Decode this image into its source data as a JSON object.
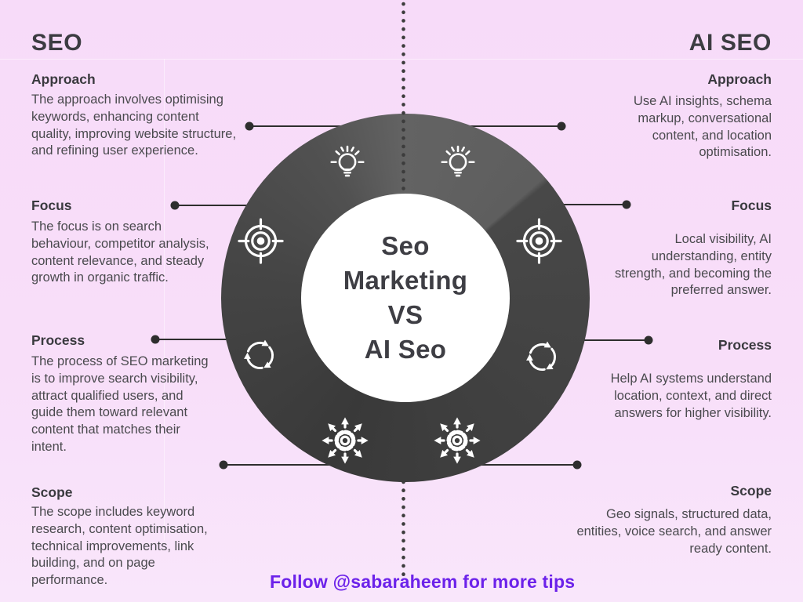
{
  "left_panel": {
    "title": "SEO",
    "sections": [
      {
        "heading": "Approach",
        "body": "The approach involves optimising keywords, enhancing content quality, improving website structure, and refining user experience."
      },
      {
        "heading": "Focus",
        "body": "The focus is on search behaviour, competitor analysis, content relevance, and steady growth in organic traffic."
      },
      {
        "heading": "Process",
        "body": "The process of SEO marketing is to improve search visibility, attract qualified users, and guide them toward relevant content that matches their intent."
      },
      {
        "heading": "Scope",
        "body": "The scope includes keyword research, content optimisation, technical improvements, link building, and on page performance."
      }
    ]
  },
  "right_panel": {
    "title": "AI SEO",
    "sections": [
      {
        "heading": "Approach",
        "body": "Use AI insights, schema markup, conversational content, and location optimisation."
      },
      {
        "heading": "Focus",
        "body": "Local visibility, AI understanding, entity strength, and becoming the preferred answer."
      },
      {
        "heading": "Process",
        "body": "Help AI systems understand location, context, and direct answers for higher visibility."
      },
      {
        "heading": "Scope",
        "body": "Geo signals, structured data, entities, voice search, and answer ready content."
      }
    ]
  },
  "center": {
    "title": "Seo\nMarketing\nVS\nAI Seo"
  },
  "footer": {
    "text": "Follow @sabaraheem for more tips"
  },
  "icons": {
    "top_left": "lightbulb-icon",
    "top_right": "lightbulb-icon",
    "mid_left": "target-icon",
    "mid_right": "target-icon",
    "lower_left": "refresh-cycle-icon",
    "lower_right": "refresh-cycle-icon",
    "bottom_left": "gear-expand-icon",
    "bottom_right": "gear-expand-icon"
  },
  "colors": {
    "background_pink": "#f7dbf9",
    "ring_dark": "#474747",
    "ring_light": "#636363",
    "inner_circle": "#ffffff",
    "text_dark": "#3e3e44",
    "body_text": "#4a4a4e",
    "connector": "#2e2e2e",
    "footer_purple": "#6c22ea",
    "icon_stroke": "#ffffff"
  }
}
